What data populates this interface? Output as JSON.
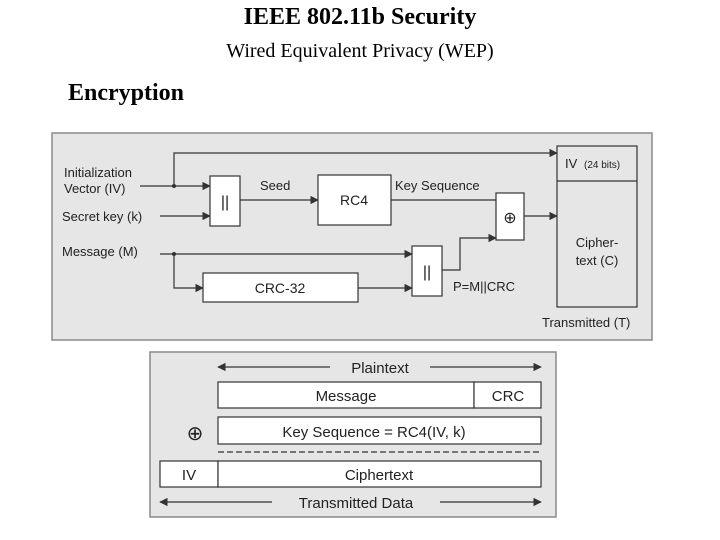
{
  "header": {
    "title": "IEEE 802.11b Security",
    "subtitle": "Wired Equivalent Privacy (WEP)",
    "section": "Encryption"
  },
  "top_diagram": {
    "iv_input_line1": "Initialization",
    "iv_input_line2": "Vector (IV)",
    "secret_key": "Secret key (k)",
    "message": "Message (M)",
    "concat_symbol": "||",
    "seed": "Seed",
    "rc4": "RC4",
    "key_sequence": "Key Sequence",
    "xor_symbol": "⊕",
    "crc32": "CRC-32",
    "p_formula": "P=M||CRC",
    "iv_field": "IV",
    "iv_bits": "(24 bits)",
    "cipher_line1": "Cipher-",
    "cipher_line2": "text (C)",
    "transmitted": "Transmitted (T)"
  },
  "bottom_diagram": {
    "plaintext": "Plaintext",
    "message": "Message",
    "crc": "CRC",
    "xor_symbol": "⊕",
    "key_sequence": "Key Sequence = RC4(IV, k)",
    "iv": "IV",
    "ciphertext": "Ciphertext",
    "transmitted_data": "Transmitted Data"
  },
  "colors": {
    "panel_bg": "#e6e6e6",
    "panel_border": "#8a8a8a",
    "line": "#333333"
  }
}
